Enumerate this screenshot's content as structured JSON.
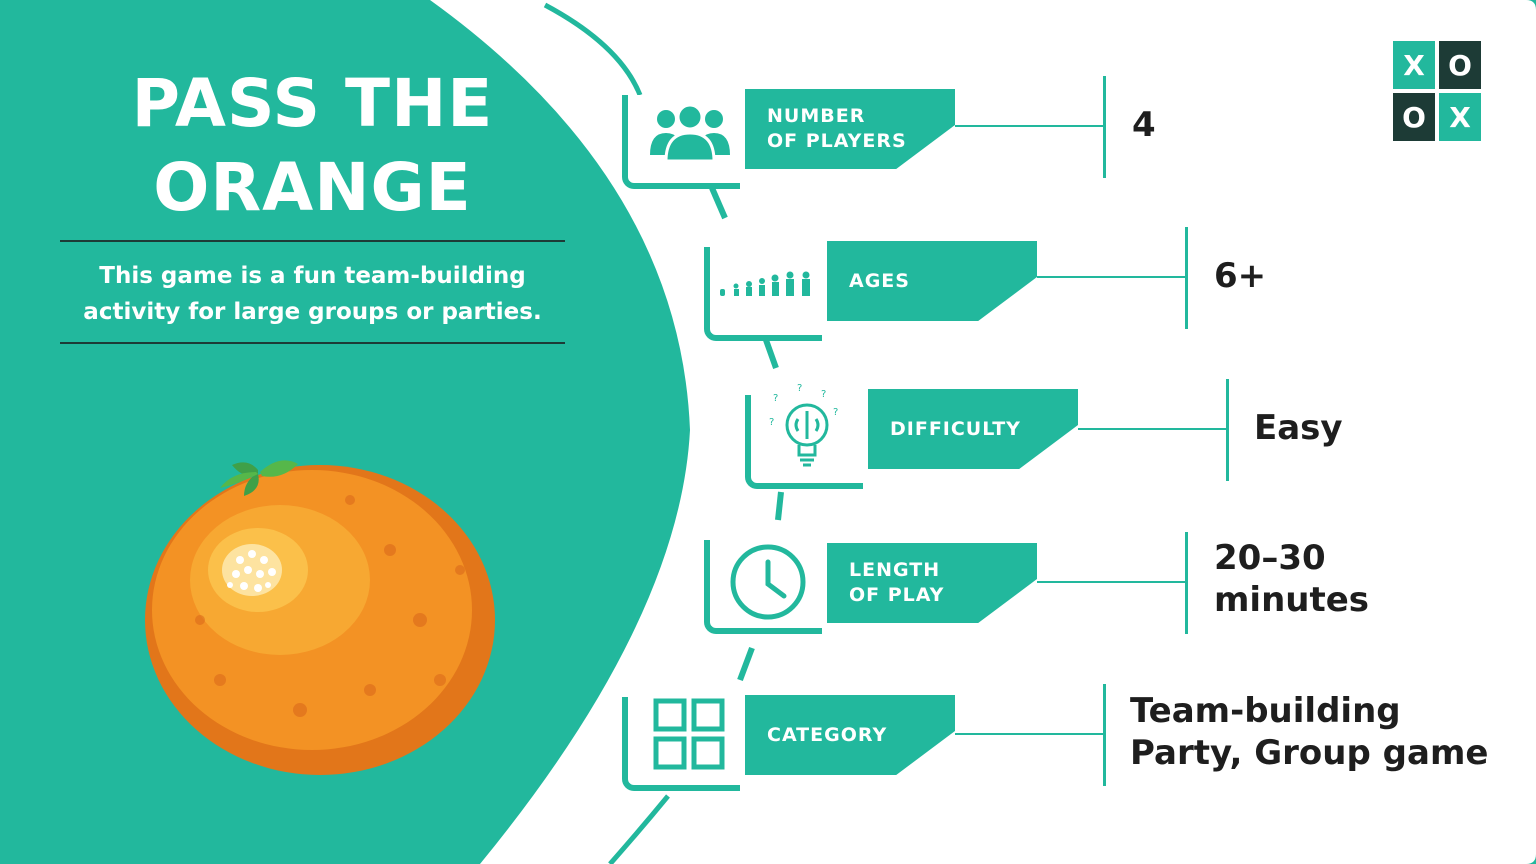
{
  "title": {
    "line1": "PASS THE",
    "line2": "ORANGE"
  },
  "description": "This game is a fun team-building activity for large groups or parties.",
  "logo": {
    "cells": [
      "X",
      "O",
      "O",
      "X"
    ]
  },
  "rows": [
    {
      "icon": "group-of-people-icon",
      "label": "NUMBER\nOF PLAYERS",
      "value": "4"
    },
    {
      "icon": "age-progression-figures-icon",
      "label": "AGES",
      "value": "6+"
    },
    {
      "icon": "lightbulb-brain-icon",
      "label": "DIFFICULTY",
      "value": "Easy"
    },
    {
      "icon": "clock-icon",
      "label": "LENGTH\nOF PLAY",
      "value": "20–30\nminutes"
    },
    {
      "icon": "category-grid-icon",
      "label": "CATEGORY",
      "value": "Team-building\nParty, Group game"
    }
  ],
  "illustration": "orange-fruit",
  "colors": {
    "teal": "#22b89d",
    "dark_teal": "#1d3b36",
    "white": "#ffffff",
    "text_dark": "#1e1e1e",
    "orange": "#f39224",
    "leaf_green": "#4caf50"
  }
}
